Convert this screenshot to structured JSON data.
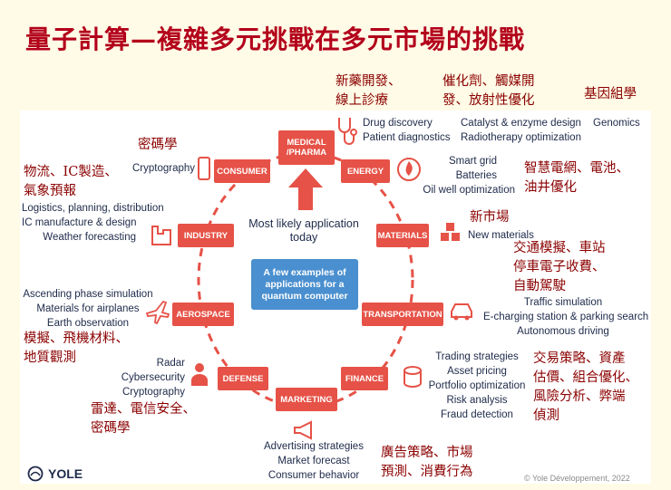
{
  "title": "量子計算—複雜多元挑戰在多元市場的挑戰",
  "center": {
    "most_likely": "Most likely application today",
    "box": "A few examples of applications for a quantum computer"
  },
  "nodes": {
    "medical": "MEDICAL /PHARMA",
    "energy": "ENERGY",
    "materials": "MATERIALS",
    "transportation": "TRANSPORTATION",
    "finance": "FINANCE",
    "marketing": "MARKETING",
    "defense": "DEFENSE",
    "aerospace": "AEROSPACE",
    "industry": "INDUSTRY",
    "consumer": "CONSUMER"
  },
  "english": {
    "medical": [
      "Drug discovery",
      "Patient diagnostics"
    ],
    "catalyst": [
      "Catalyst & enzyme design",
      "Radiotherapy optimization"
    ],
    "genomics": [
      "Genomics"
    ],
    "energy": [
      "Smart grid",
      "Batteries",
      "Oil well optimization"
    ],
    "materials": [
      "New materials"
    ],
    "transportation": [
      "Traffic simulation",
      "E-charging station & parking search",
      "Autonomous driving"
    ],
    "finance": [
      "Trading strategies",
      "Asset pricing",
      "Portfolio optimization",
      "Risk analysis",
      "Fraud detection"
    ],
    "marketing": [
      "Advertising strategies",
      "Market forecast",
      "Consumer behavior"
    ],
    "defense": [
      "Radar",
      "Cybersecurity",
      "Cryptography"
    ],
    "aerospace": [
      "Ascending phase simulation",
      "Materials for airplanes",
      "Earth observation"
    ],
    "industry": [
      "Logistics, planning, distribution",
      "IC manufacture & design",
      "Weather forecasting"
    ],
    "consumer": [
      "Cryptography"
    ]
  },
  "annotations": {
    "medical": [
      "新藥開發、",
      "線上診療"
    ],
    "catalyst": [
      "催化劑、觸媒開",
      "發、放射性優化"
    ],
    "genomics": [
      "基因組學"
    ],
    "crypto": [
      "密碼學"
    ],
    "industry": [
      "物流、IC製造、",
      "氣象預報"
    ],
    "energy": [
      "智慧電網、電池、",
      "油井優化"
    ],
    "materials": [
      "新市場"
    ],
    "transportation": [
      "交通模擬、車站",
      "停車電子收費、",
      "自動駕駛"
    ],
    "aerospace": [
      "模擬、飛機材料、",
      "地質觀測"
    ],
    "finance": [
      "交易策略、資產",
      "估價、組合優化、",
      "風險分析、弊端",
      "偵測"
    ],
    "defense": [
      "雷達、電信安全、",
      "密碼學"
    ],
    "marketing": [
      "廣告策略、市場",
      "預測、消費行為"
    ]
  },
  "logo": "YOLE",
  "copyright": "© Yole Développement, 2022",
  "colors": {
    "node": "#e65247",
    "center": "#4a8fcf",
    "title": "#b3001b",
    "annotation": "#8b0000"
  }
}
